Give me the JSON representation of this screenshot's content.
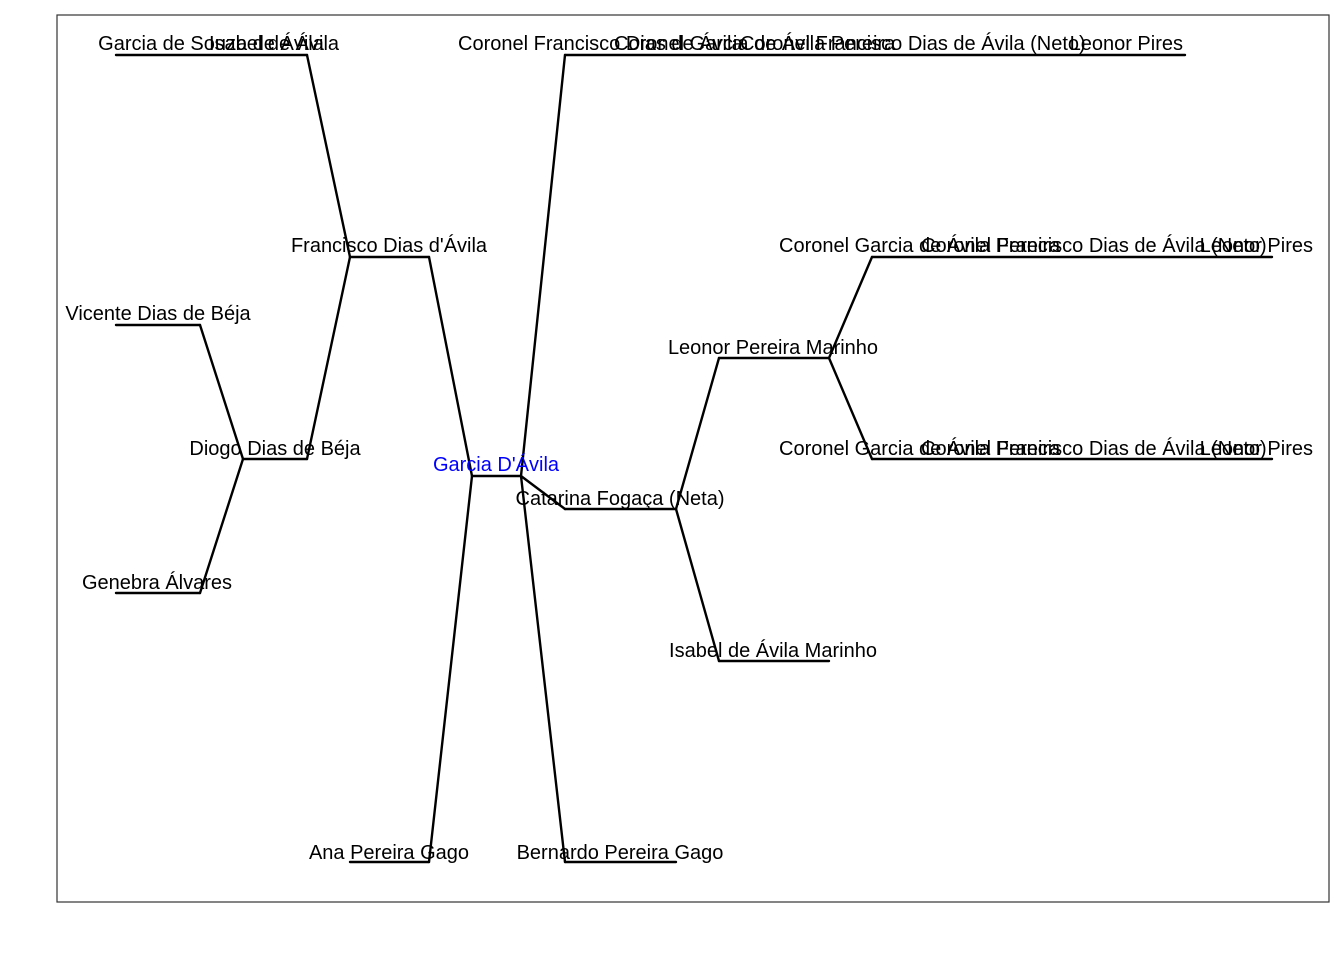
{
  "colors": {
    "text": "#000000",
    "focus": "#0000ff",
    "line": "#000000",
    "frame": "#333333",
    "background": "#ffffff"
  },
  "tree": {
    "focus_person": "Garcia D'Ávila",
    "nodes": [
      {
        "id": "garcia",
        "name": "Garcia D'Ávila",
        "focus": true
      },
      {
        "id": "francisco",
        "name": "Francisco Dias d'Ávila"
      },
      {
        "id": "diogo",
        "name": "Diogo Dias de Béja"
      },
      {
        "id": "garcia-souza",
        "name": "Garcia de Souza de Ávila"
      },
      {
        "id": "isabel-avila",
        "name": "Isabel de Ávila"
      },
      {
        "id": "vicente",
        "name": "Vicente  Dias de Béja"
      },
      {
        "id": "genebra",
        "name": "Genebra Álvares"
      },
      {
        "id": "catarina",
        "name": "Catarina Fogaça (Neta)"
      },
      {
        "id": "ana",
        "name": "Ana Pereira Gago"
      },
      {
        "id": "bernardo",
        "name": "Bernardo Pereira Gago"
      },
      {
        "id": "coronel-top",
        "name": "Coronel Francisco Dias de Ávila"
      },
      {
        "id": "coronel-top-2",
        "name": "Coronel Garcia de Ávila Pereira"
      },
      {
        "id": "coronel-top-3",
        "name": "Coronel Francisco Dias de Ávila (Neto)"
      },
      {
        "id": "leonor-top",
        "name": "Leonor Pires"
      },
      {
        "id": "leonor",
        "name": "Leonor Pereira Marinho"
      },
      {
        "id": "isabel-marinho",
        "name": "Isabel de Ávila Marinho"
      },
      {
        "id": "coronel-mid-a",
        "name": "Coronel Garcia de Ávila Pereira"
      },
      {
        "id": "coronel-mid-a-2",
        "name": "Coronel Francisco Dias de Ávila (Neto)"
      },
      {
        "id": "leonor-mid-a",
        "name": "Leonor Pires"
      },
      {
        "id": "coronel-mid-b",
        "name": "Coronel Garcia de Ávila Pereira"
      },
      {
        "id": "coronel-mid-b-2",
        "name": "Coronel Francisco Dias de Ávila (Neto)"
      },
      {
        "id": "leonor-mid-b",
        "name": "Leonor Pires"
      }
    ]
  }
}
